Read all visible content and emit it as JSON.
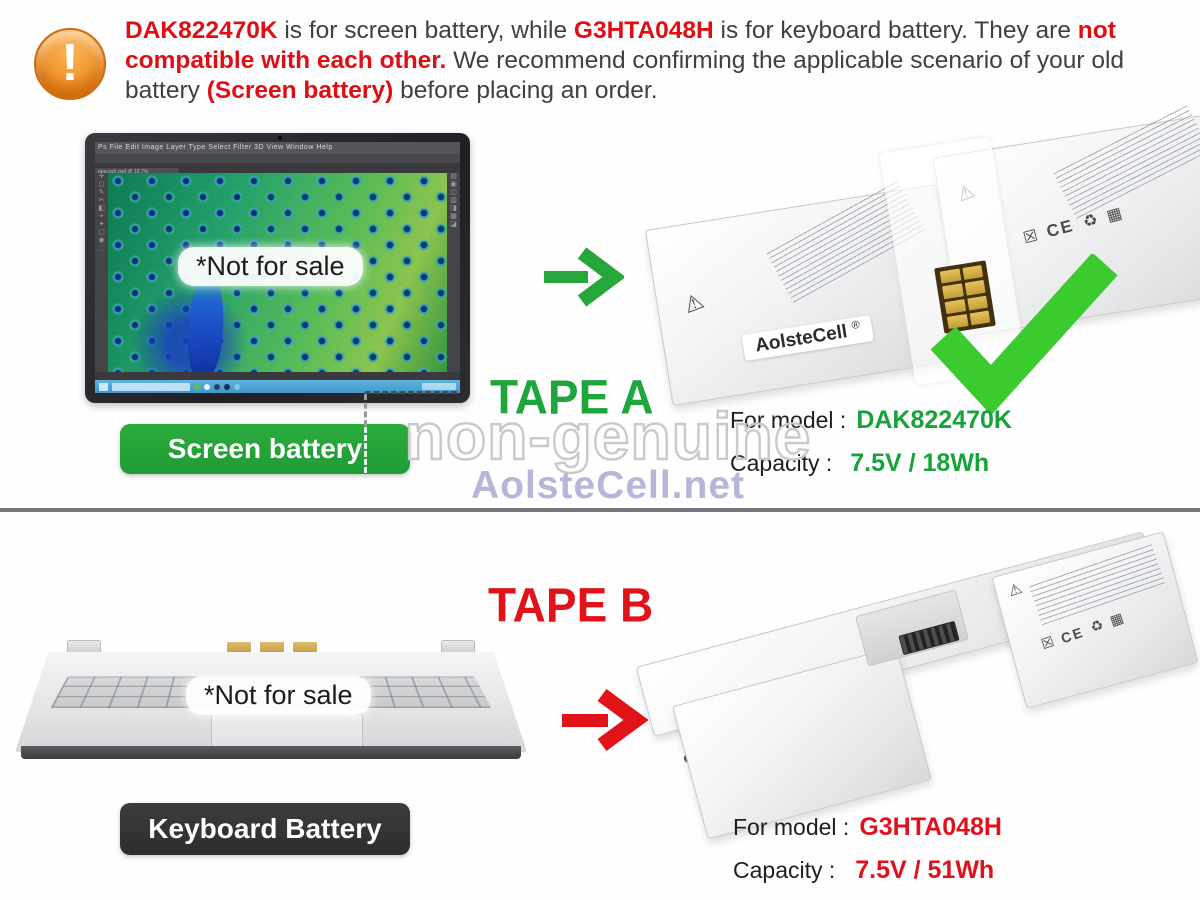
{
  "colors": {
    "green_accent": "#1ea53b",
    "red_accent": "#e01319",
    "check_green": "#3ccb2f",
    "dark_text": "#404040",
    "watermark_gray": "#c9c9cb",
    "watermark_blue": "#b4b6da",
    "button_dark": "#333333",
    "divider_gray": "#777779",
    "warning_orange": "#ee8a1e"
  },
  "notice": {
    "warning_glyph": "!",
    "model_a": "DAK822470K",
    "seg1": " is for screen battery, while ",
    "model_b": "G3HTA048H",
    "seg2": " is for keyboard battery. They are ",
    "bold_warning": "not compatible with each other.",
    "seg3": " We recommend confirming the applicable scenario of your old battery ",
    "scenario": "(Screen battery)",
    "seg4": "  before placing an order."
  },
  "screen_mock": {
    "menu_text": "Ps   File   Edit   Image   Layer   Type   Select   Filter   3D   View   Window   Help",
    "doc_tab": "peacock.psd @ 16.7%"
  },
  "watermark": {
    "outline_text": "non-genuine",
    "site_text": "AolsteCell.net"
  },
  "glyphs": {
    "warning": "⚠",
    "ce": "CE",
    "recycle": "♻",
    "crossbin": "☒",
    "grid": "▦"
  },
  "section_a": {
    "tape_label": "TAPE A",
    "not_for_sale": "*Not for sale",
    "button_label": "Screen battery",
    "brand_label": "AolsteCell",
    "brand_reg": "®",
    "for_model_label": "For model :",
    "model_value": "DAK822470K",
    "capacity_label": "Capacity :",
    "capacity_value": "7.5V / 18Wh"
  },
  "section_b": {
    "tape_label": "TAPE B",
    "not_for_sale": "*Not for sale",
    "button_label": "Keyboard Battery",
    "for_model_label": "For model :",
    "model_value": "G3HTA048H",
    "capacity_label": "Capacity :",
    "capacity_value": "7.5V / 51Wh"
  }
}
